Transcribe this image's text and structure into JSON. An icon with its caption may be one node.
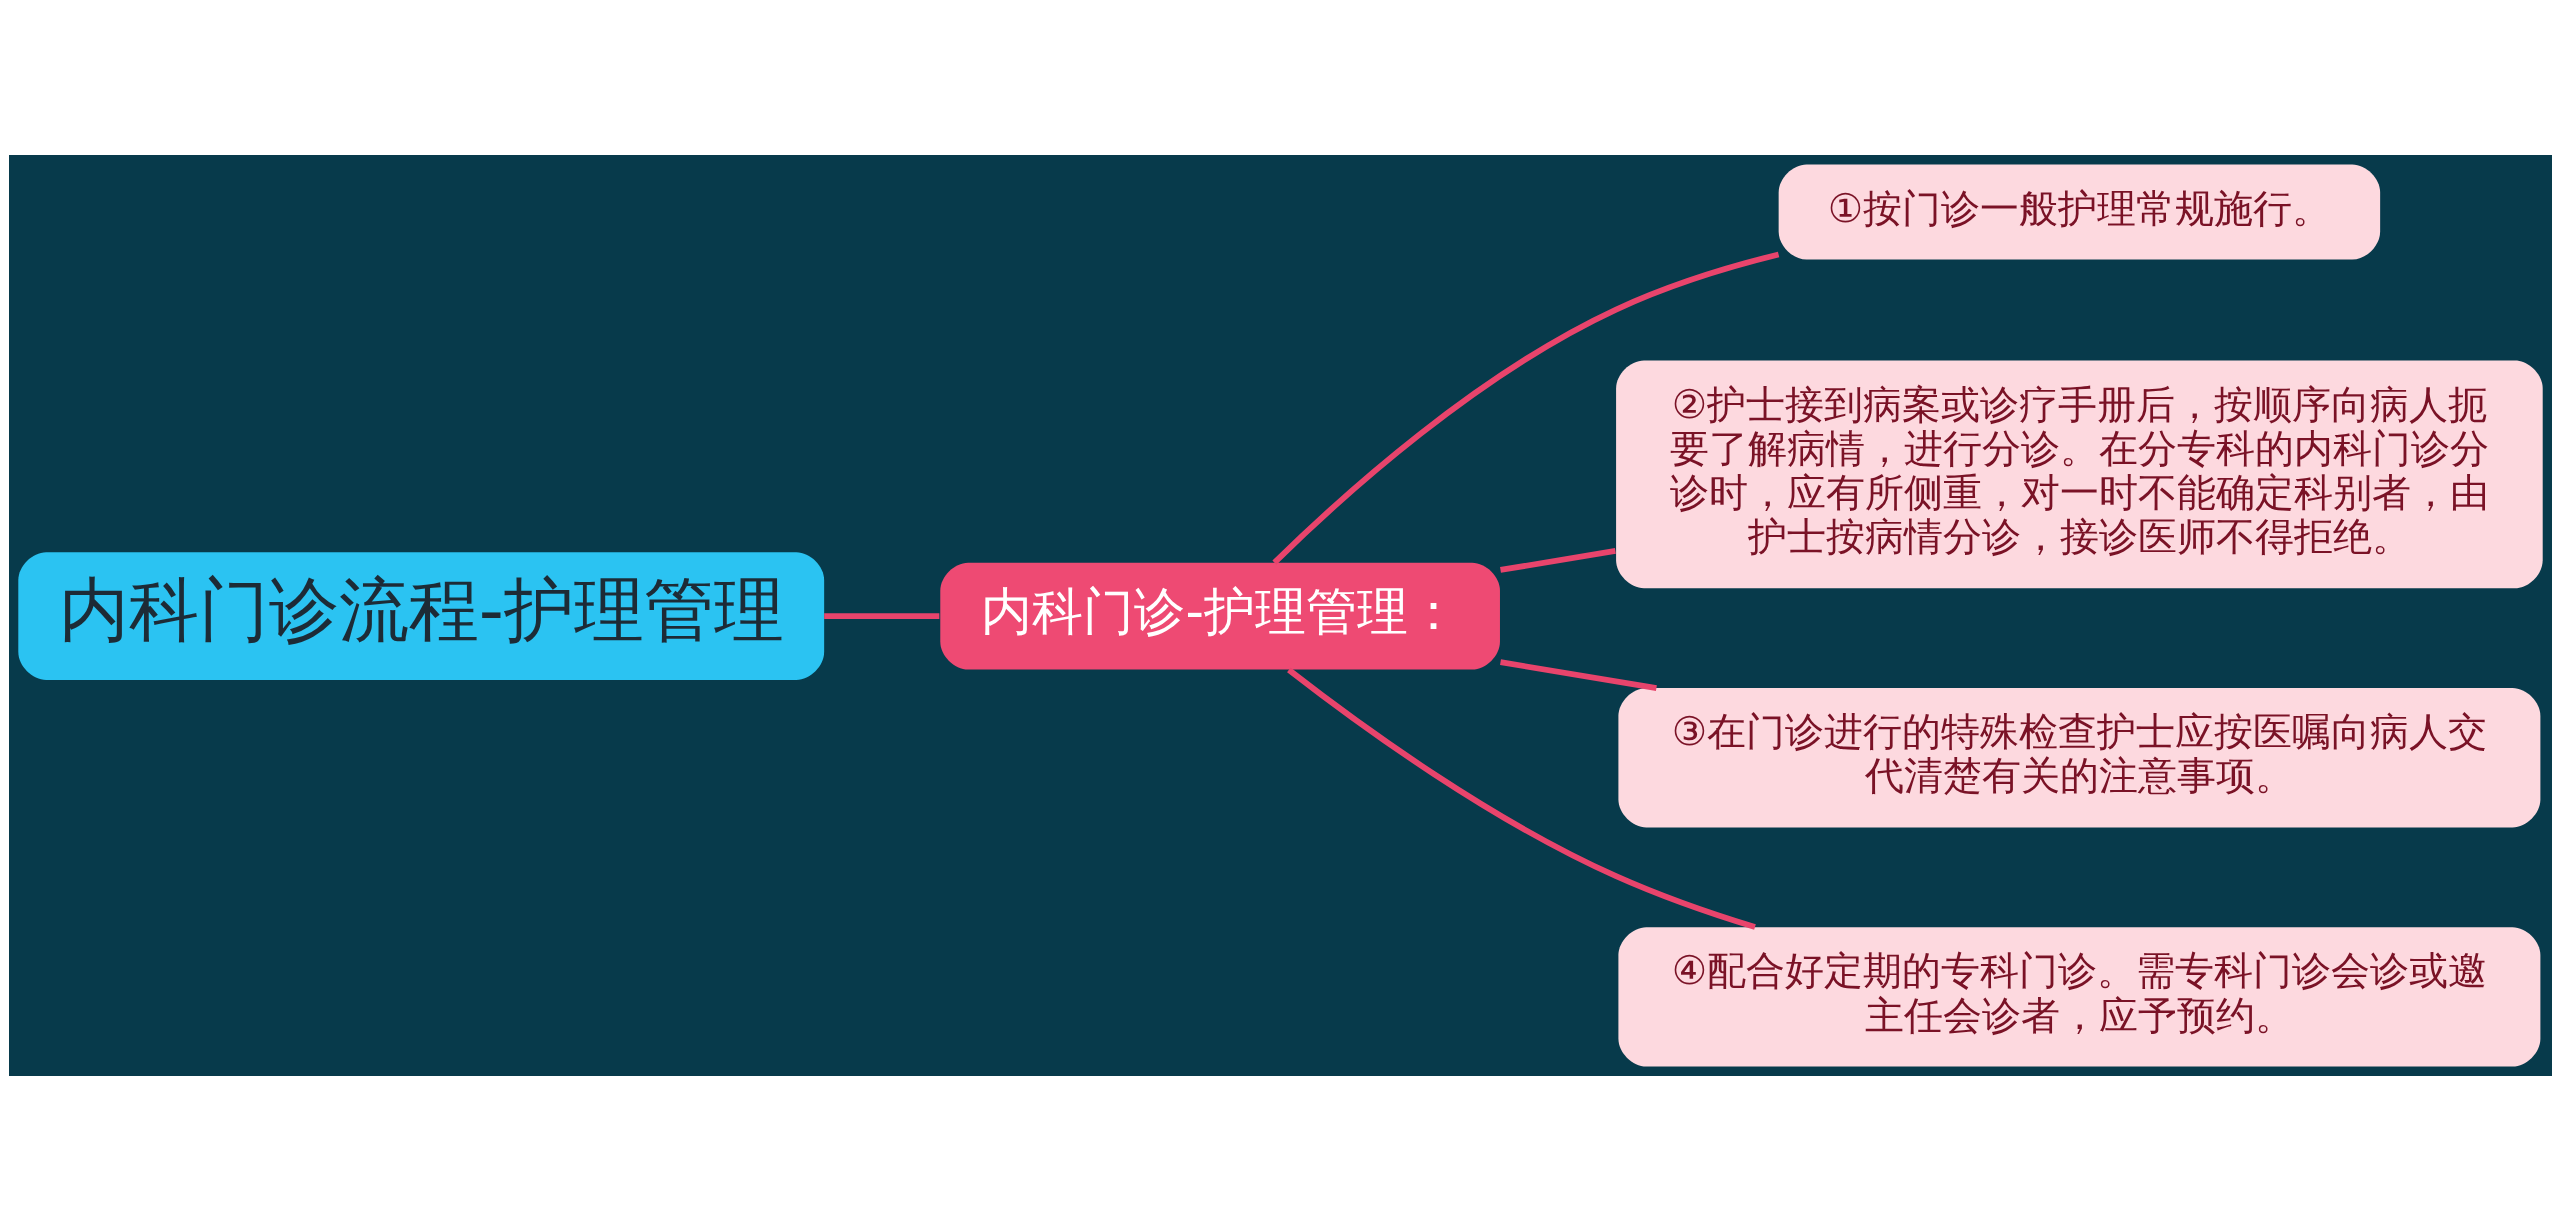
{
  "diagram": {
    "nodes": [
      {
        "text": [
          "内科门诊流程-护理管理"
        ]
      },
      {
        "text": [
          "内科门诊-护理管理："
        ]
      },
      {
        "text": [
          "①按门诊一般护理常规施行。"
        ]
      },
      {
        "text": [
          "②护士接到病案或诊疗手册后，按顺序向病人扼要了解病情，进行分诊。在分专科的内科门诊分诊时，应有所侧重，对一时不能确定科别者，由护士按病情分诊，接诊医师不得拒绝。"
        ]
      },
      {
        "text": [
          "③在门诊进行的特殊检查护士应按医嘱向病人交代清楚有关的注意事项。"
        ]
      },
      {
        "text": [
          "④配合好定期的专科门诊。需专科门诊会诊或邀主任会诊者，应予预约。"
        ]
      }
    ],
    "edges": [
      {
        "from": 0,
        "to": 1,
        "arrow": "none"
      },
      {
        "from": 1,
        "to": 2,
        "arrow": "none"
      },
      {
        "from": 1,
        "to": 3,
        "arrow": "none"
      },
      {
        "from": 1,
        "to": 4,
        "arrow": "none"
      },
      {
        "from": 1,
        "to": 5,
        "arrow": "none"
      }
    ]
  }
}
